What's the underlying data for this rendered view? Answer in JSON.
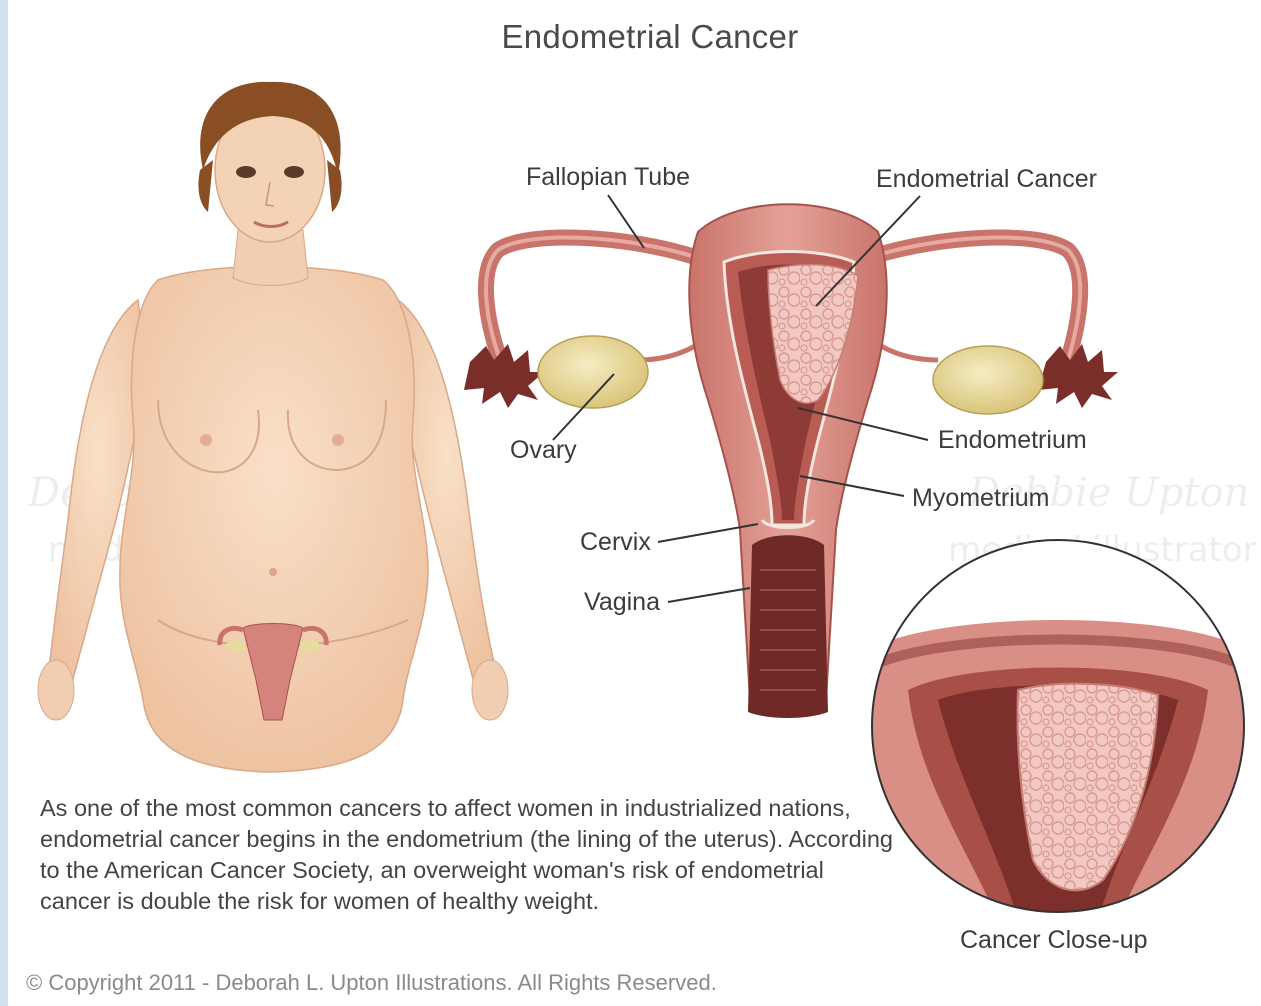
{
  "title": "Endometrial Cancer",
  "labels": {
    "fallopian_tube": "Fallopian Tube",
    "endometrial_cancer": "Endometrial Cancer",
    "ovary": "Ovary",
    "endometrium": "Endometrium",
    "myometrium": "Myometrium",
    "cervix": "Cervix",
    "vagina": "Vagina"
  },
  "caption": "As one of the most common cancers to affect women in industrialized nations, endometrial cancer begins in the endometrium (the lining of the uterus). According to the American Cancer Society, an overweight woman's risk of endometrial cancer is double the risk for women of healthy weight.",
  "closeup_label": "Cancer Close-up",
  "copyright": "© Copyright 2011 - Deborah L. Upton Illustrations. All Rights Reserved.",
  "watermark": {
    "signature": "Debbie Upton",
    "subtitle": "medical illustrator"
  },
  "colors": {
    "skin": "#f4d3b8",
    "hair": "#8a4e24",
    "uterus": "#d98f86",
    "uterus_dark": "#a6524c",
    "tumor": "#f2c7c0",
    "ovary": "#e8dba0",
    "border": "#cfe3ef"
  }
}
